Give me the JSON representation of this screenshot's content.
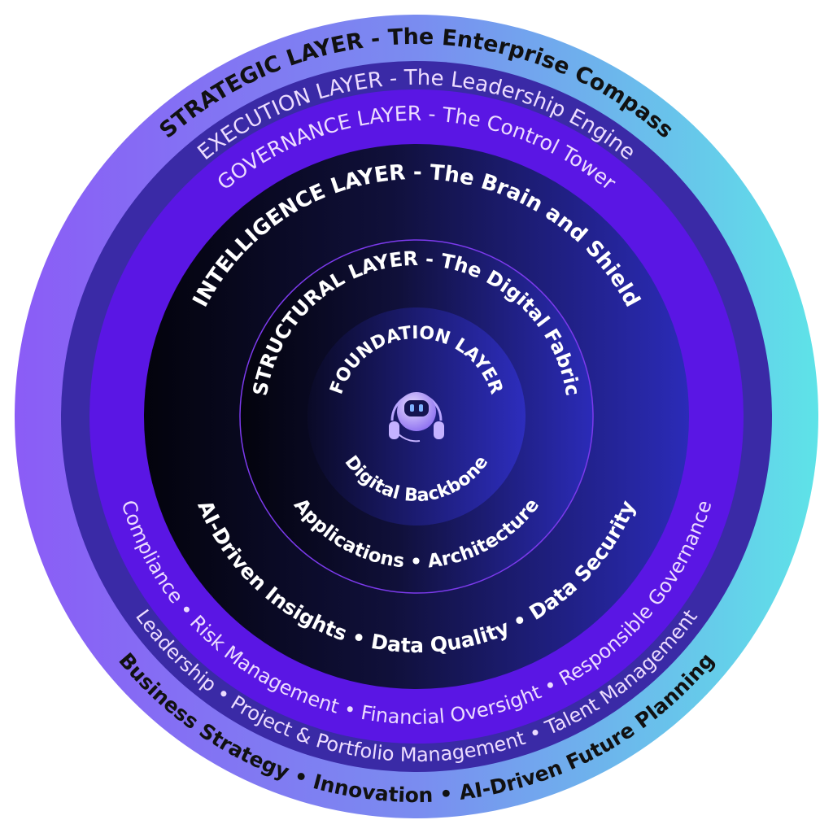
{
  "colors": {
    "strategic_start": "#8b5cf6",
    "strategic_end": "#5ee3e8",
    "execution": "#3a2aa6",
    "governance": "#5a16e4",
    "core_dark": "#03030c",
    "core_light": "#2b2bb8",
    "structural_line": "#7c3aed",
    "dark_text": "#111111",
    "light_text": "#ffffff",
    "soft_text": "#ecdcff"
  },
  "layers": [
    {
      "id": "strategic",
      "title": "STRATEGIC LAYER - The Enterprise Compass",
      "items": "Business Strategy • Innovation • AI-Driven Future Planning"
    },
    {
      "id": "execution",
      "title": "EXECUTION LAYER - The Leadership Engine",
      "items": "Leadership • Project & Portfolio Management • Talent Management"
    },
    {
      "id": "governance",
      "title": "GOVERNANCE LAYER - The Control Tower",
      "items": "Compliance • Risk Management • Financial Oversight • Responsible Governance"
    },
    {
      "id": "intelligence",
      "title": "INTELLIGENCE LAYER - The Brain and Shield",
      "items": "AI-Driven Insights • Data Quality • Data Security"
    },
    {
      "id": "structural",
      "title": "STRUCTURAL LAYER - The Digital Fabric",
      "items": "Applications • Architecture"
    },
    {
      "id": "foundation",
      "title": "FOUNDATION LAYER",
      "items": "Digital Backbone"
    }
  ],
  "center_icon": "robot-headset-icon"
}
